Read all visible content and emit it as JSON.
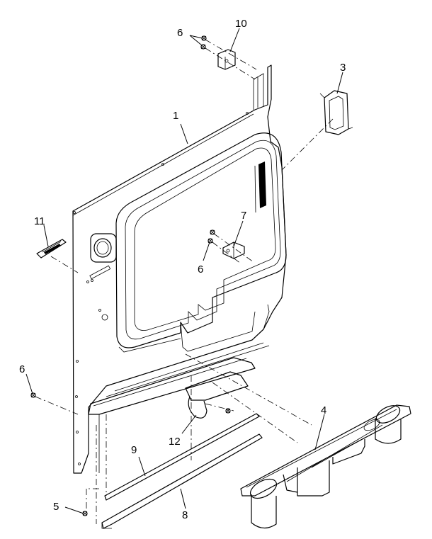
{
  "callouts": {
    "c1": "1",
    "c3": "3",
    "c4": "4",
    "c5": "5",
    "c6a": "6",
    "c6b": "6",
    "c6c": "6",
    "c7": "7",
    "c8": "8",
    "c9": "9",
    "c10": "10",
    "c11": "11",
    "c12": "12"
  },
  "parts": [
    {
      "callout": "1",
      "icon": "door-trim-panel"
    },
    {
      "callout": "3",
      "icon": "handle-bezel"
    },
    {
      "callout": "4",
      "icon": "cup-holder-tray"
    },
    {
      "callout": "5",
      "icon": "screw"
    },
    {
      "callout": "6",
      "icon": "screw"
    },
    {
      "callout": "7",
      "icon": "bracket"
    },
    {
      "callout": "8",
      "icon": "lower-strip"
    },
    {
      "callout": "9",
      "icon": "seal-strip"
    },
    {
      "callout": "10",
      "icon": "upper-bracket"
    },
    {
      "callout": "11",
      "icon": "pull-handle-bezel"
    },
    {
      "callout": "12",
      "icon": "retainer-clip"
    }
  ]
}
